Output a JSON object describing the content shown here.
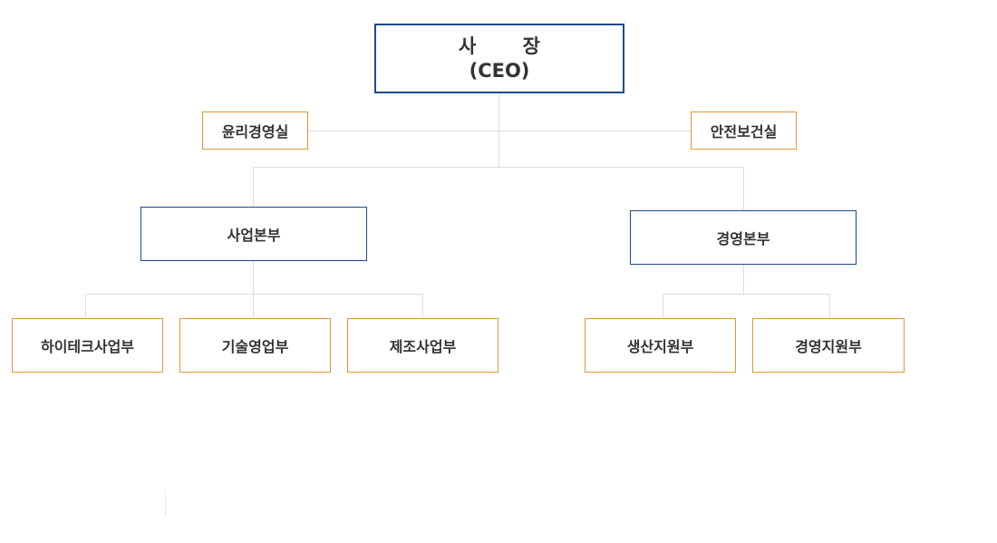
{
  "ceo": {
    "title": "사 장",
    "subtitle": "(CEO)"
  },
  "staff": {
    "left": "윤리경영실",
    "right": "안전보건실"
  },
  "divisions": {
    "business": "사업본부",
    "management": "경영본부"
  },
  "business_departments": [
    "하이테크사업부",
    "기술영업부",
    "제조사업부"
  ],
  "management_departments": [
    "생산지원부",
    "경영지원부"
  ],
  "colors": {
    "navy_border": "#1d4a8a",
    "orange_border": "#dd9933",
    "connector": "#dcdcdc",
    "text": "#333333"
  }
}
